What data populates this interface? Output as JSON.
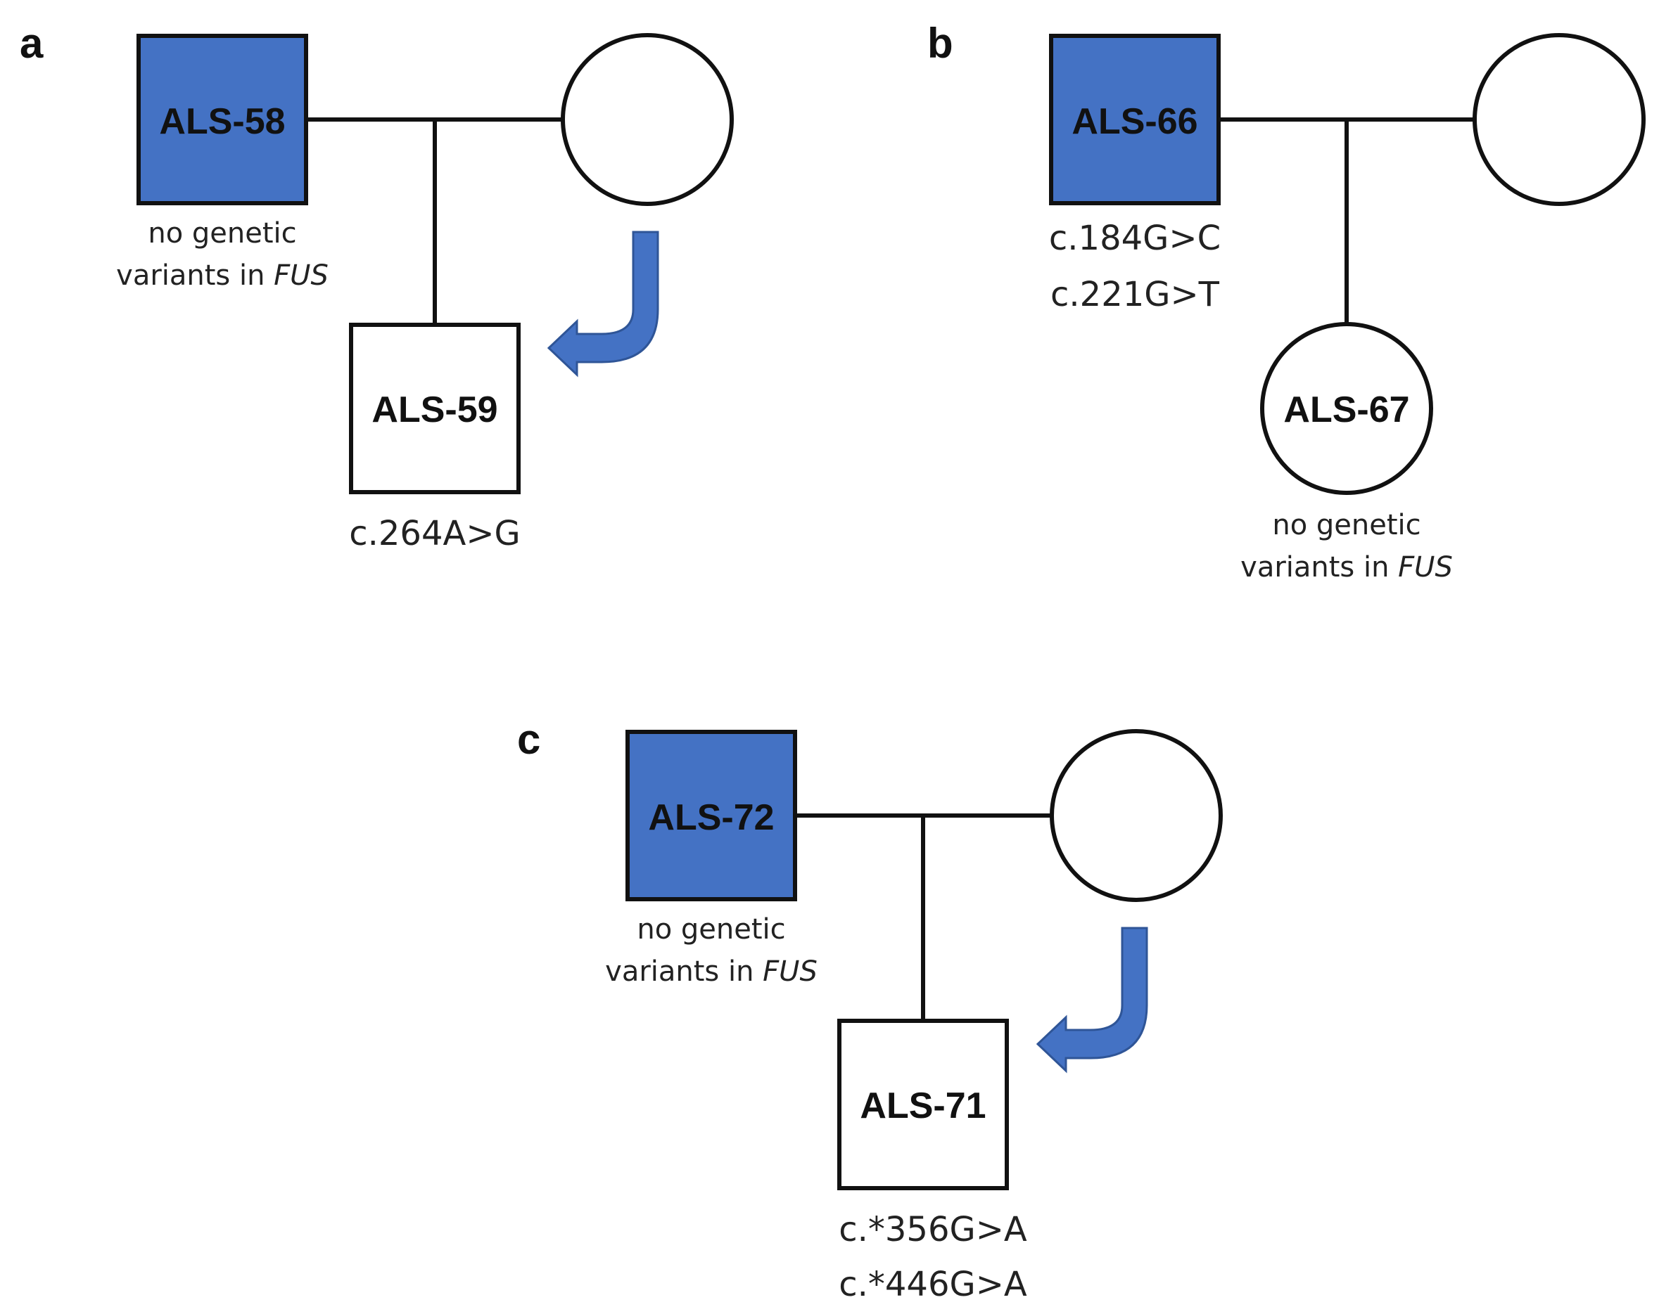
{
  "colors": {
    "affected": "#4472C4",
    "arrow": "#4472C4",
    "line": "#111111",
    "unaffected": "#ffffff"
  },
  "panel_a": {
    "label": "a",
    "father": {
      "id": "ALS-58",
      "note_line1": "no genetic",
      "note_line2_prefix": "variants in ",
      "note_gene": "FUS"
    },
    "child": {
      "id": "ALS-59",
      "variant1": "c.264A>G"
    },
    "arrow_icon": "curved-arrow-icon"
  },
  "panel_b": {
    "label": "b",
    "father": {
      "id": "ALS-66",
      "variant1": "c.184G>C",
      "variant2": "c.221G>T"
    },
    "child": {
      "id": "ALS-67",
      "note_line1": "no genetic",
      "note_line2_prefix": "variants in ",
      "note_gene": "FUS"
    }
  },
  "panel_c": {
    "label": "c",
    "father": {
      "id": "ALS-72",
      "note_line1": "no genetic",
      "note_line2_prefix": "variants in ",
      "note_gene": "FUS"
    },
    "child": {
      "id": "ALS-71",
      "variant1": "c.*356G>A",
      "variant2": "c.*446G>A"
    },
    "arrow_icon": "curved-arrow-icon"
  }
}
